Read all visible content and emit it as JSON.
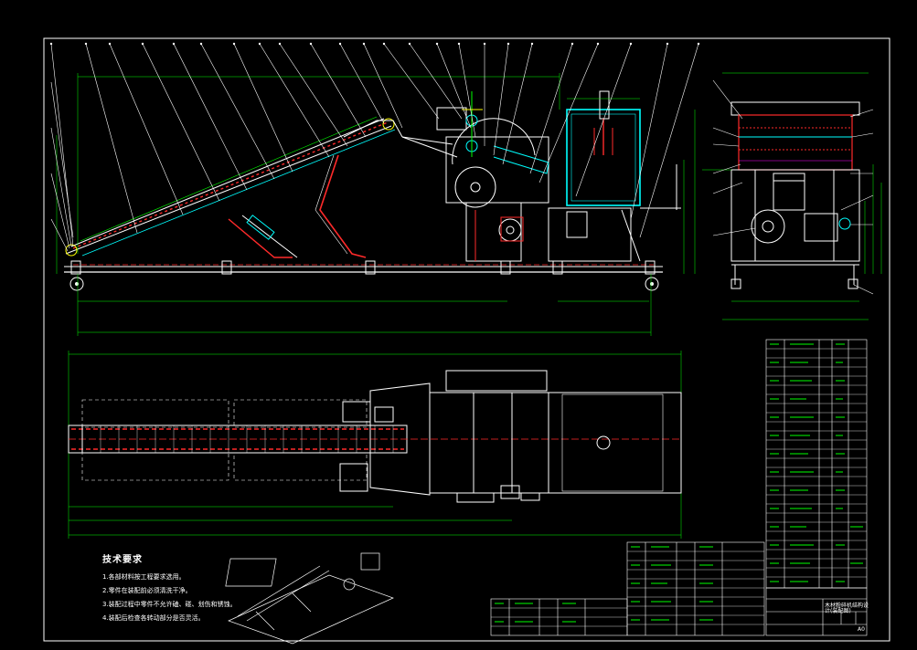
{
  "drawing": {
    "background": "#000000",
    "colors": {
      "frame": "#ffffff",
      "dimension": "#00ff00",
      "leader": "#00ff00",
      "cyan": "#00ffff",
      "red": "#ff2a2a",
      "magenta": "#ff00ff",
      "yellow": "#ffff00",
      "white": "#ffffff"
    }
  },
  "notes": {
    "title": "技术要求",
    "lines": [
      "1.各部材料按工程要求选用。",
      "2.零件在装配前必须清洗干净。",
      "3.装配过程中零件不允许磕、碰、划伤和锈蚀。",
      "4.装配后检查各转动部分是否灵活。"
    ]
  },
  "title_block": {
    "name_line1": "木材粉碎机结构设",
    "name_line2": "计(装配图)",
    "drawing_no": "A0"
  }
}
